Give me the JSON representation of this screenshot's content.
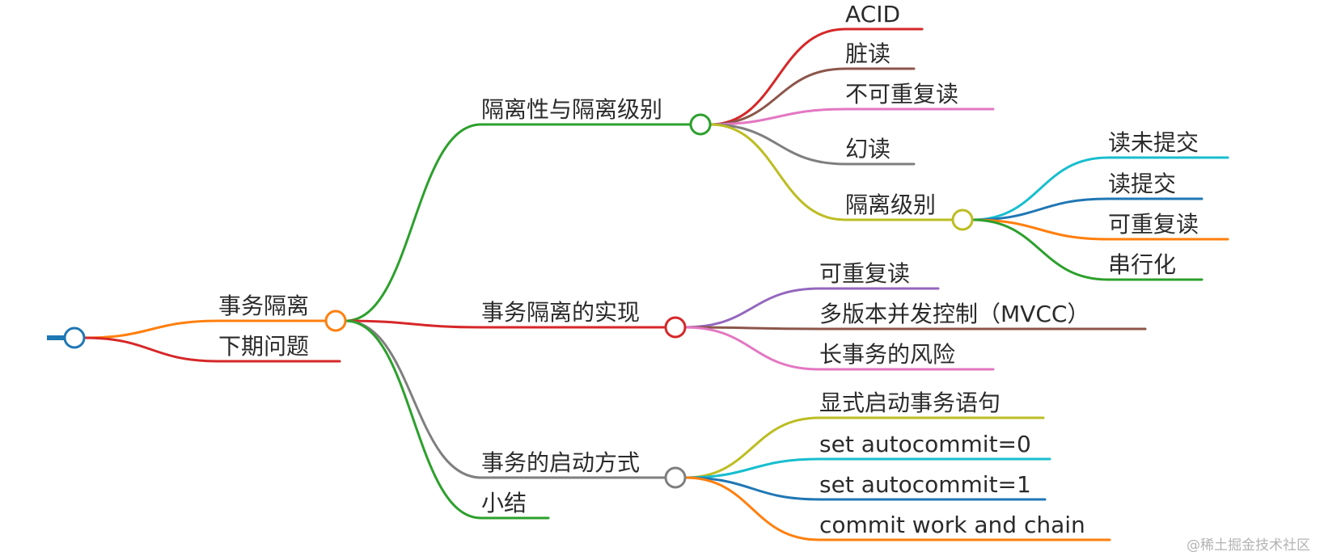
{
  "watermark": "@稀土掘金技术社区",
  "colors": {
    "root": "#1f77b4",
    "orange": "#ff7f0e",
    "red": "#d62728",
    "green": "#2ca02c",
    "gray": "#7f7f7f",
    "brown": "#8c564b",
    "pink": "#e377c2",
    "olive": "#bcbd22",
    "cyan": "#17becf",
    "blue": "#1f77b4",
    "purple": "#9467bd"
  },
  "root": {
    "color": "root",
    "children": [
      {
        "label": "事务隔离",
        "color": "orange",
        "children": [
          {
            "label": "隔离性与隔离级别",
            "color": "green",
            "children": [
              {
                "label": "ACID",
                "color": "red"
              },
              {
                "label": "脏读",
                "color": "brown"
              },
              {
                "label": "不可重复读",
                "color": "pink"
              },
              {
                "label": "幻读",
                "color": "gray"
              },
              {
                "label": "隔离级别",
                "color": "olive",
                "children": [
                  {
                    "label": "读未提交",
                    "color": "cyan"
                  },
                  {
                    "label": "读提交",
                    "color": "blue"
                  },
                  {
                    "label": "可重复读",
                    "color": "orange"
                  },
                  {
                    "label": "串行化",
                    "color": "green"
                  }
                ]
              }
            ]
          },
          {
            "label": "事务隔离的实现",
            "color": "red",
            "children": [
              {
                "label": "可重复读",
                "color": "purple"
              },
              {
                "label": "多版本并发控制（MVCC）",
                "color": "brown"
              },
              {
                "label": "长事务的风险",
                "color": "pink"
              }
            ]
          },
          {
            "label": "事务的启动方式",
            "color": "gray",
            "children": [
              {
                "label": "显式启动事务语句",
                "color": "olive"
              },
              {
                "label": "set autocommit=0",
                "color": "cyan"
              },
              {
                "label": "set autocommit=1",
                "color": "blue"
              },
              {
                "label": "commit work and chain",
                "color": "orange"
              }
            ]
          },
          {
            "label": "小结",
            "color": "green"
          }
        ]
      },
      {
        "label": "下期问题",
        "color": "red"
      }
    ]
  }
}
